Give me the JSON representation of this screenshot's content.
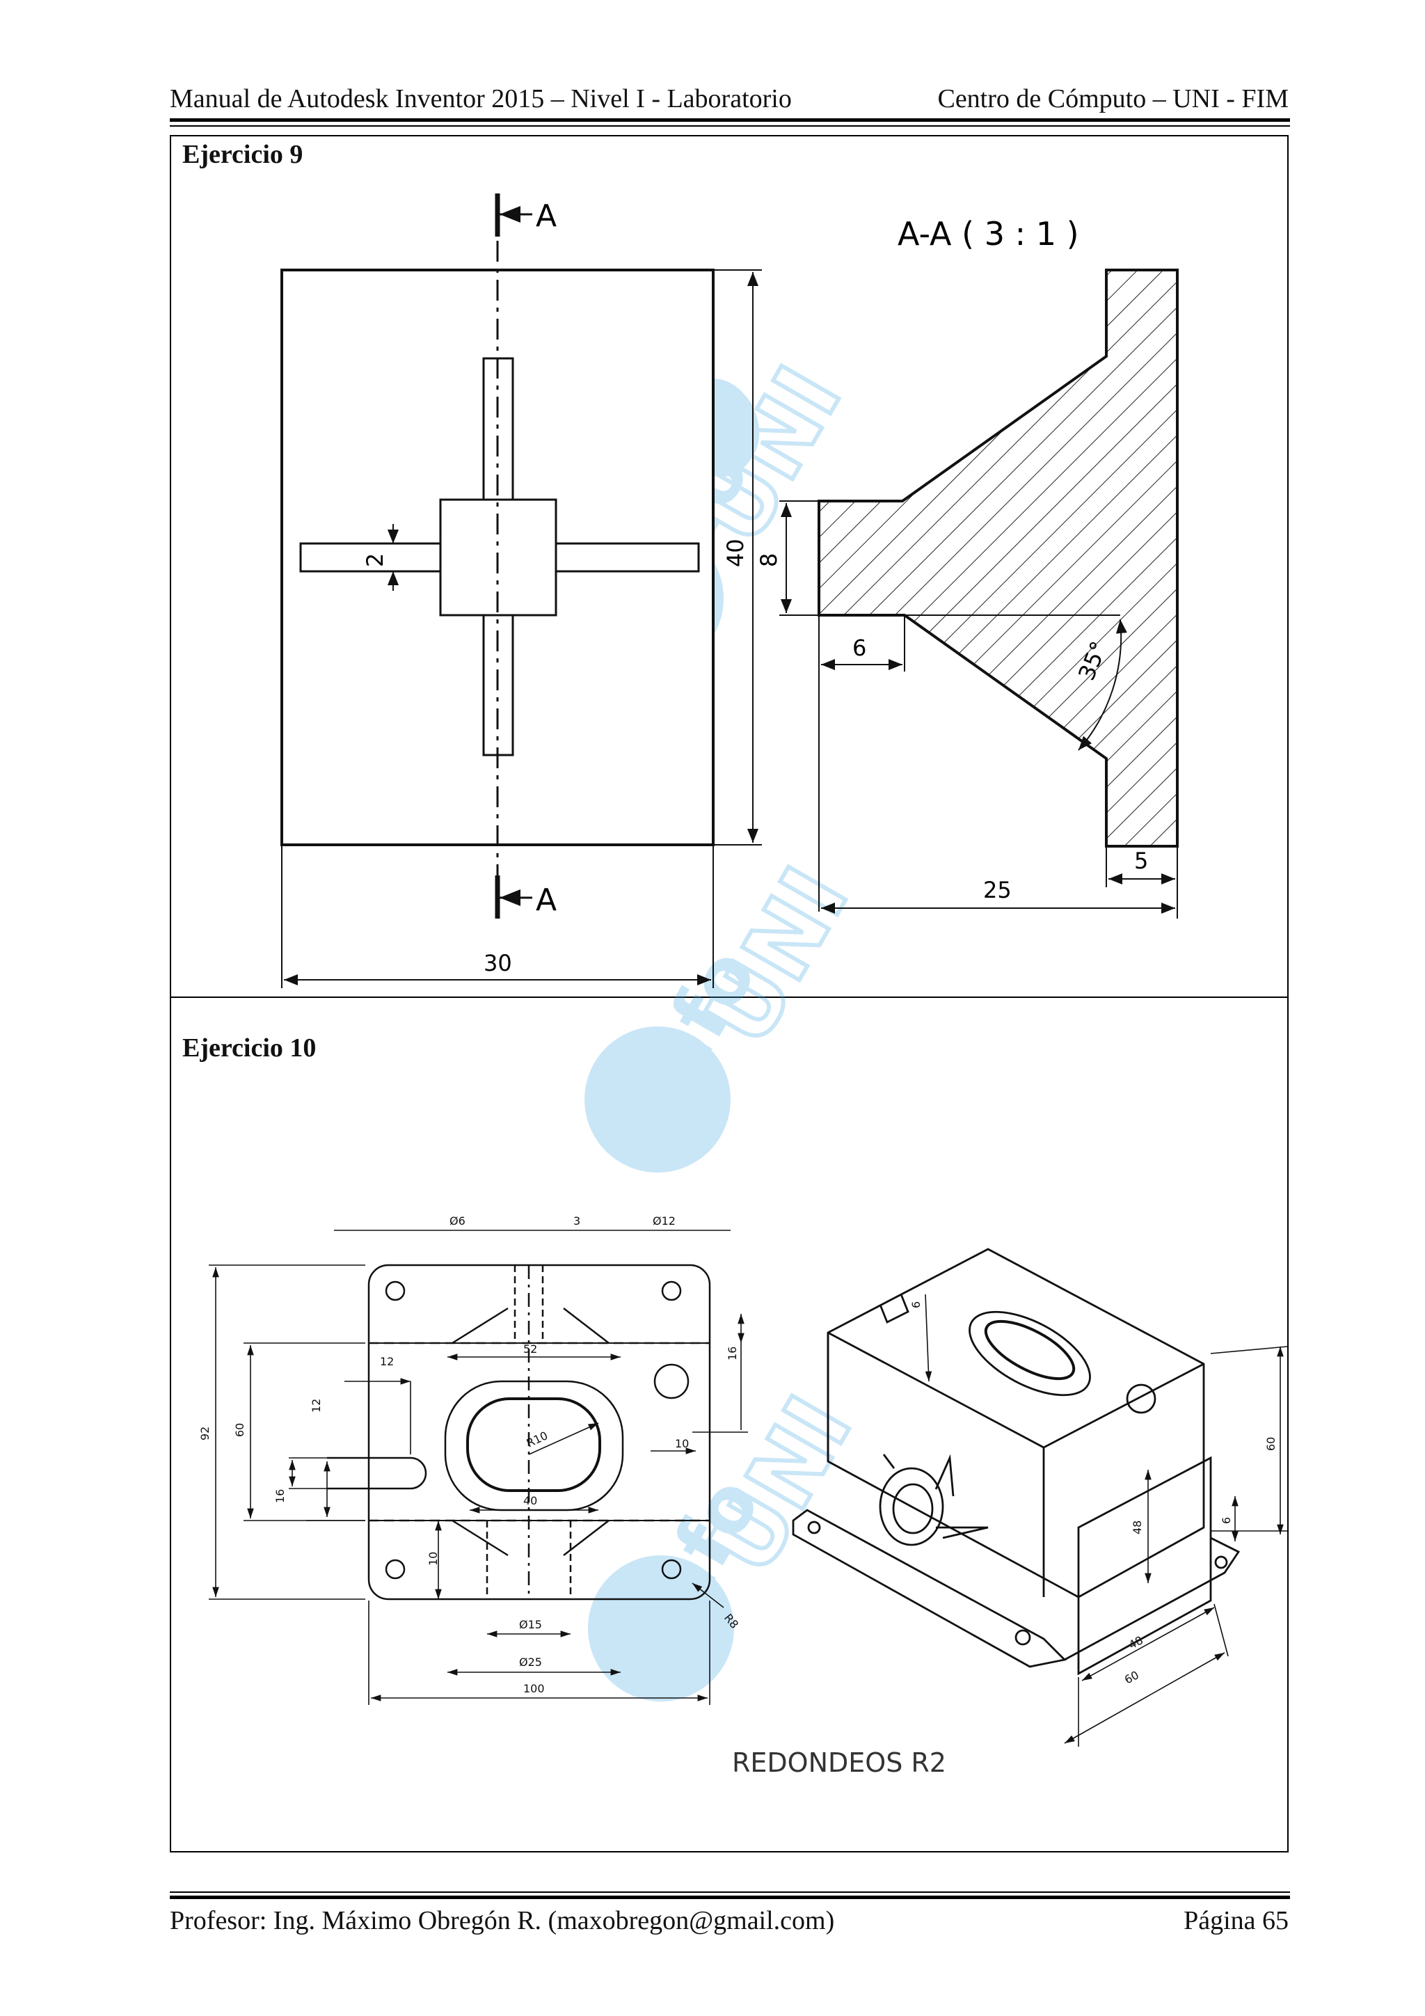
{
  "header": {
    "left": "Manual de Autodesk Inventor 2015 – Nivel I - Laboratorio",
    "right": "Centro de Cómputo – UNI - FIM"
  },
  "exercise9": {
    "title": "Ejercicio 9",
    "section_mark": "A",
    "section_title": "A-A ( 3 : 1 )",
    "dims": {
      "width": "30",
      "height": "40",
      "slot": "2",
      "neck": "8",
      "neck_len": "6",
      "total": "25",
      "flange": "5",
      "angle": "35°"
    }
  },
  "exercise10": {
    "title": "Ejercicio 10",
    "note": "REDONDEOS R2",
    "dims": {
      "d6": "Ø6",
      "three": "3",
      "d12": "Ø12",
      "d52": "52",
      "d12b": "12",
      "d16": "16",
      "d92": "92",
      "d60": "60",
      "d12c": "12",
      "d16b": "16",
      "r10": "R10",
      "d10": "10",
      "d40": "40",
      "d10b": "10",
      "d15": "Ø15",
      "d25": "Ø25",
      "d100": "100",
      "r8": "R8",
      "iso6": "6",
      "iso48": "48",
      "iso60": "60",
      "iso6b": "6",
      "iso48b": "48",
      "iso60b": "60"
    }
  },
  "watermark": {
    "text_a": "info",
    "text_b": "UNI",
    "color": "#3fa7e0"
  },
  "footer": {
    "left": "Profesor: Ing. Máximo Obregón R. (maxobregon@gmail.com)",
    "right": "Página 65"
  }
}
